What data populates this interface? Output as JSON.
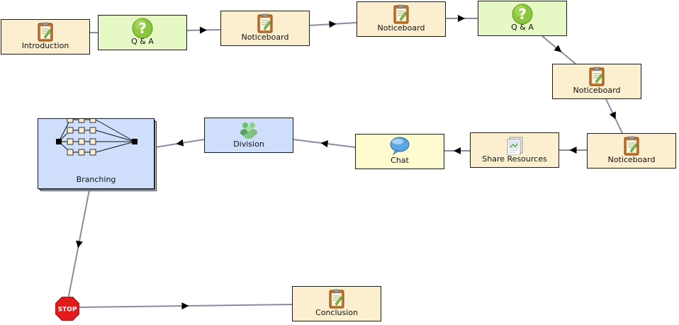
{
  "nodes": {
    "introduction": {
      "label": "Introduction",
      "icon": "noticeboard-icon"
    },
    "qa1": {
      "label": "Q & A",
      "icon": "question-icon"
    },
    "noticeboard1": {
      "label": "Noticeboard",
      "icon": "noticeboard-icon"
    },
    "noticeboard2": {
      "label": "Noticeboard",
      "icon": "noticeboard-icon"
    },
    "qa2": {
      "label": "Q & A",
      "icon": "question-icon"
    },
    "noticeboard3": {
      "label": "Noticeboard",
      "icon": "noticeboard-icon"
    },
    "noticeboard4": {
      "label": "Noticeboard",
      "icon": "noticeboard-icon"
    },
    "share_resources": {
      "label": "Share Resources",
      "icon": "share-resources-icon"
    },
    "chat": {
      "label": "Chat",
      "icon": "chat-bubble-icon"
    },
    "division": {
      "label": "Division",
      "icon": "group-icon"
    },
    "branching": {
      "label": "Branching",
      "icon": "branching-icon"
    },
    "stop": {
      "label": "STOP",
      "icon": "stop-sign-icon"
    },
    "conclusion": {
      "label": "Conclusion",
      "icon": "noticeboard-icon"
    }
  },
  "colors": {
    "noticeboard_fill": "#fcefcf",
    "qa_fill": "#e6f9c4",
    "grouping_fill": "#cfdffb",
    "chat_fill": "#fefccf",
    "connector": "#8a8aa0",
    "stop_red": "#e41b1b"
  }
}
